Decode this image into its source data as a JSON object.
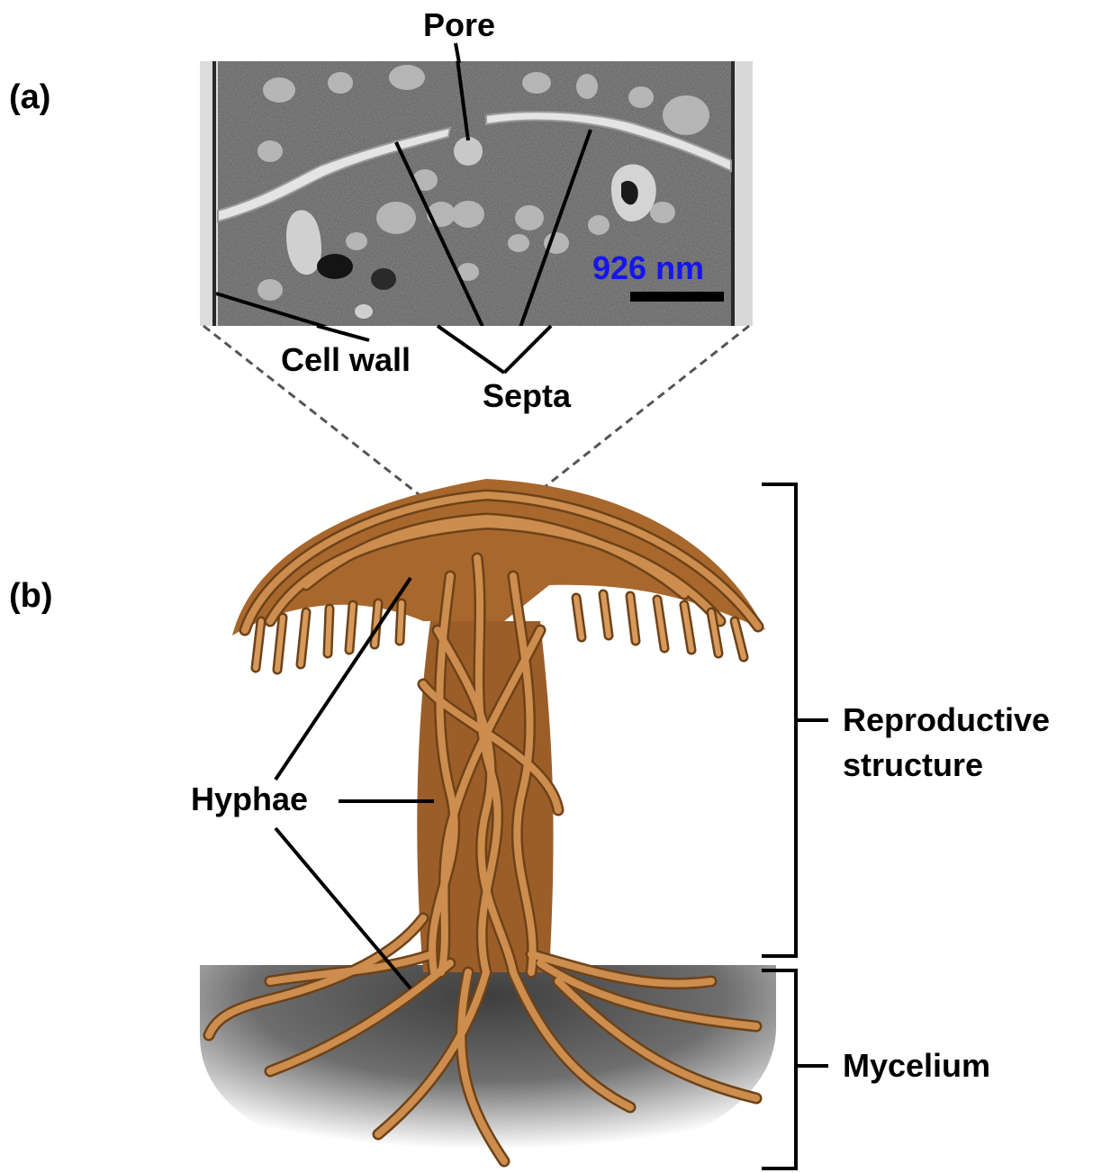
{
  "panels": {
    "a": "(a)",
    "b": "(b)"
  },
  "micrograph": {
    "labels": {
      "pore": "Pore",
      "cell_wall": "Cell wall",
      "septa": "Septa"
    },
    "scale_bar": "926 nm"
  },
  "fungus": {
    "labels": {
      "hyphae": "Hyphae",
      "reproductive_line1": "Reproductive",
      "reproductive_line2": "structure",
      "mycelium": "Mycelium"
    }
  },
  "colors": {
    "label": "#000000",
    "scale_text": "#1515ee",
    "hypha_fill": "#c8894a",
    "hypha_edge": "#7a4a1c",
    "micrograph_bg": "#4a4a4a",
    "soil": "#5a5a5a"
  }
}
